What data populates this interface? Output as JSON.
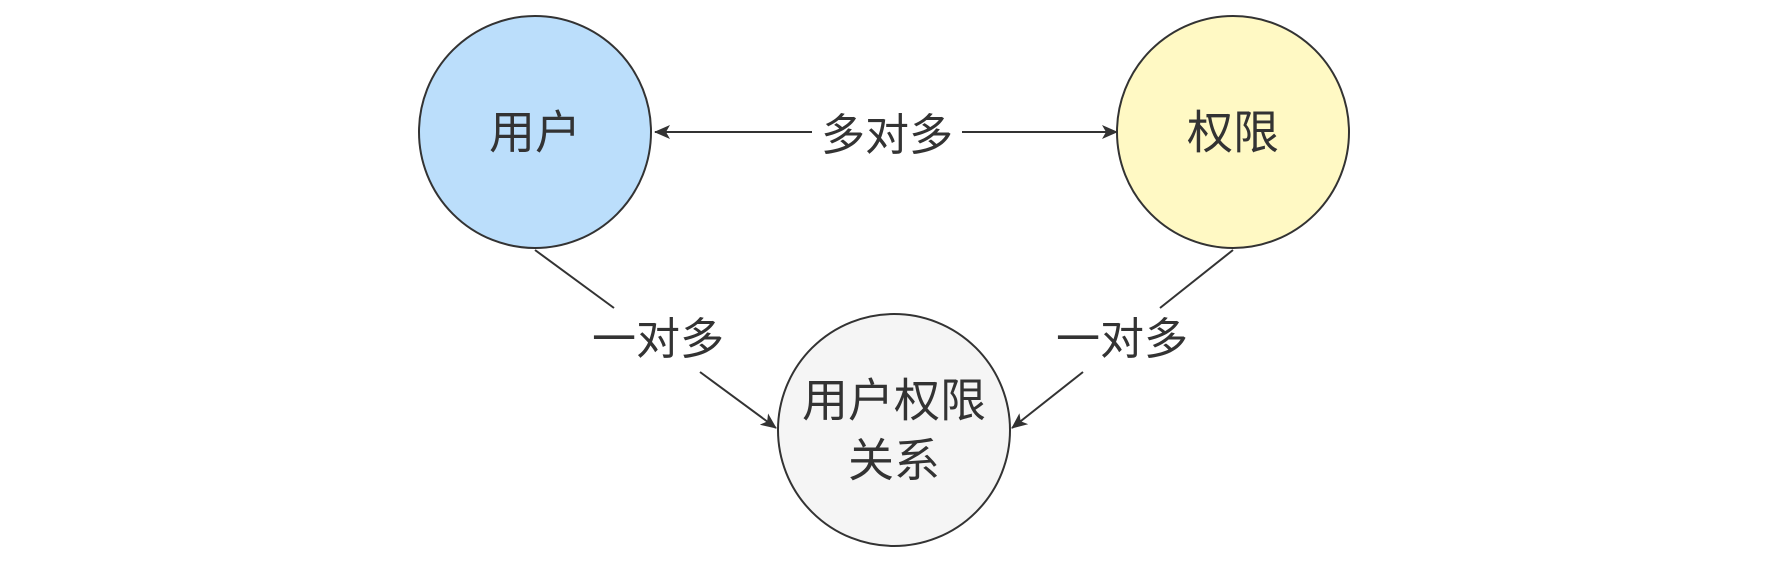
{
  "nodes": {
    "user": {
      "label": "用户",
      "fill": "#bbdefb"
    },
    "permission": {
      "label": "权限",
      "fill": "#fff9c4"
    },
    "relation": {
      "label_line1": "用户权限",
      "label_line2": "关系",
      "fill": "#f5f5f5"
    }
  },
  "edges": {
    "user_permission": {
      "label": "多对多"
    },
    "user_relation": {
      "label": "一对多"
    },
    "permission_relation": {
      "label": "一对多"
    }
  },
  "colors": {
    "stroke": "#333333",
    "text": "#333333"
  }
}
